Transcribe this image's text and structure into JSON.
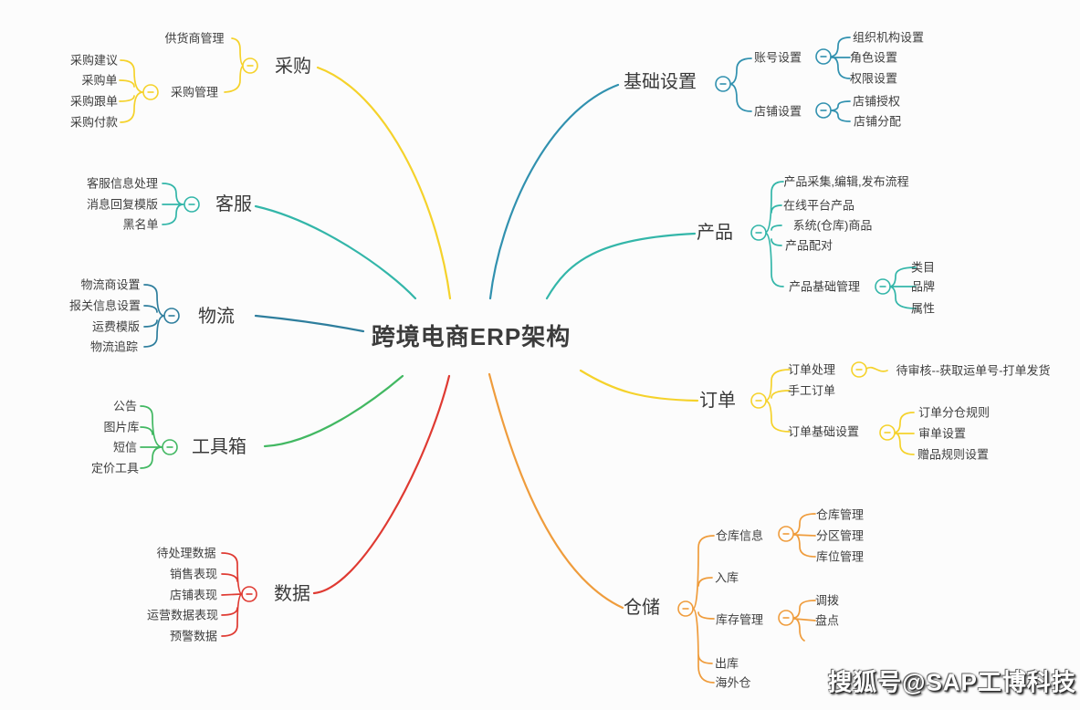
{
  "title": {
    "text": "跨境电商ERP架构"
  },
  "watermark": {
    "text": "搜狐号@SAP工博科技"
  },
  "colors": {
    "procurement_yellow": "#F5D22B",
    "customer_service_teal": "#33B6A9",
    "logistics_blue": "#2E7E9D",
    "toolbox_green": "#42B862",
    "data_red": "#DF3A32",
    "basic_settings_blue": "#3191AF",
    "product_teal": "#33B6A9",
    "order_yellow": "#F5D22B",
    "warehouse_orange": "#EF9C3C",
    "text_dark": "#3e3e3e",
    "background": "#fcfcfc"
  },
  "collapse_icon": {
    "glyph": "-"
  },
  "branches": [
    {
      "label": "采购",
      "color": "#F5D22B",
      "children": [
        {
          "label": "供货商管理"
        },
        {
          "label": "采购管理",
          "children": [
            {
              "label": "采购建议"
            },
            {
              "label": "采购单"
            },
            {
              "label": "采购跟单"
            },
            {
              "label": "采购付款"
            }
          ]
        }
      ]
    },
    {
      "label": "客服",
      "color": "#33B6A9",
      "children": [
        {
          "label": "客服信息处理"
        },
        {
          "label": "消息回复模版"
        },
        {
          "label": "黑名单"
        }
      ]
    },
    {
      "label": "物流",
      "color": "#2E7E9D",
      "children": [
        {
          "label": "物流商设置"
        },
        {
          "label": "报关信息设置"
        },
        {
          "label": "运费模版"
        },
        {
          "label": "物流追踪"
        }
      ]
    },
    {
      "label": "工具箱",
      "color": "#42B862",
      "children": [
        {
          "label": "公告"
        },
        {
          "label": "图片库"
        },
        {
          "label": "短信"
        },
        {
          "label": "定价工具"
        }
      ]
    },
    {
      "label": "数据",
      "color": "#DF3A32",
      "children": [
        {
          "label": "待处理数据"
        },
        {
          "label": "销售表现"
        },
        {
          "label": "店铺表现"
        },
        {
          "label": "运营数据表现"
        },
        {
          "label": "预警数据"
        }
      ]
    },
    {
      "label": "基础设置",
      "color": "#3191AF",
      "children": [
        {
          "label": "账号设置",
          "children": [
            {
              "label": "组织机构设置"
            },
            {
              "label": "角色设置"
            },
            {
              "label": "权限设置"
            }
          ]
        },
        {
          "label": "店铺设置",
          "children": [
            {
              "label": "店铺授权"
            },
            {
              "label": "店铺分配"
            }
          ]
        }
      ]
    },
    {
      "label": "产品",
      "color": "#33B6A9",
      "children": [
        {
          "label": "产品采集,编辑,发布流程"
        },
        {
          "label": "在线平台产品"
        },
        {
          "label": "系统(仓库)商品"
        },
        {
          "label": "产品配对"
        },
        {
          "label": "产品基础管理",
          "children": [
            {
              "label": "类目"
            },
            {
              "label": "品牌"
            },
            {
              "label": "属性"
            }
          ]
        }
      ]
    },
    {
      "label": "订单",
      "color": "#F5D22B",
      "children": [
        {
          "label": "订单处理",
          "children": [
            {
              "label": "待审核--获取运单号-打单发货"
            }
          ]
        },
        {
          "label": "手工订单"
        },
        {
          "label": "订单基础设置",
          "children": [
            {
              "label": "订单分仓规则"
            },
            {
              "label": "审单设置"
            },
            {
              "label": "赠品规则设置"
            }
          ]
        }
      ]
    },
    {
      "label": "仓储",
      "color": "#EF9C3C",
      "children": [
        {
          "label": "仓库信息",
          "children": [
            {
              "label": "仓库管理"
            },
            {
              "label": "分区管理"
            },
            {
              "label": "库位管理"
            }
          ]
        },
        {
          "label": "入库"
        },
        {
          "label": "库存管理",
          "children": [
            {
              "label": "调拨"
            },
            {
              "label": "盘点"
            }
          ]
        },
        {
          "label": "出库"
        },
        {
          "label": "海外仓"
        }
      ]
    }
  ]
}
